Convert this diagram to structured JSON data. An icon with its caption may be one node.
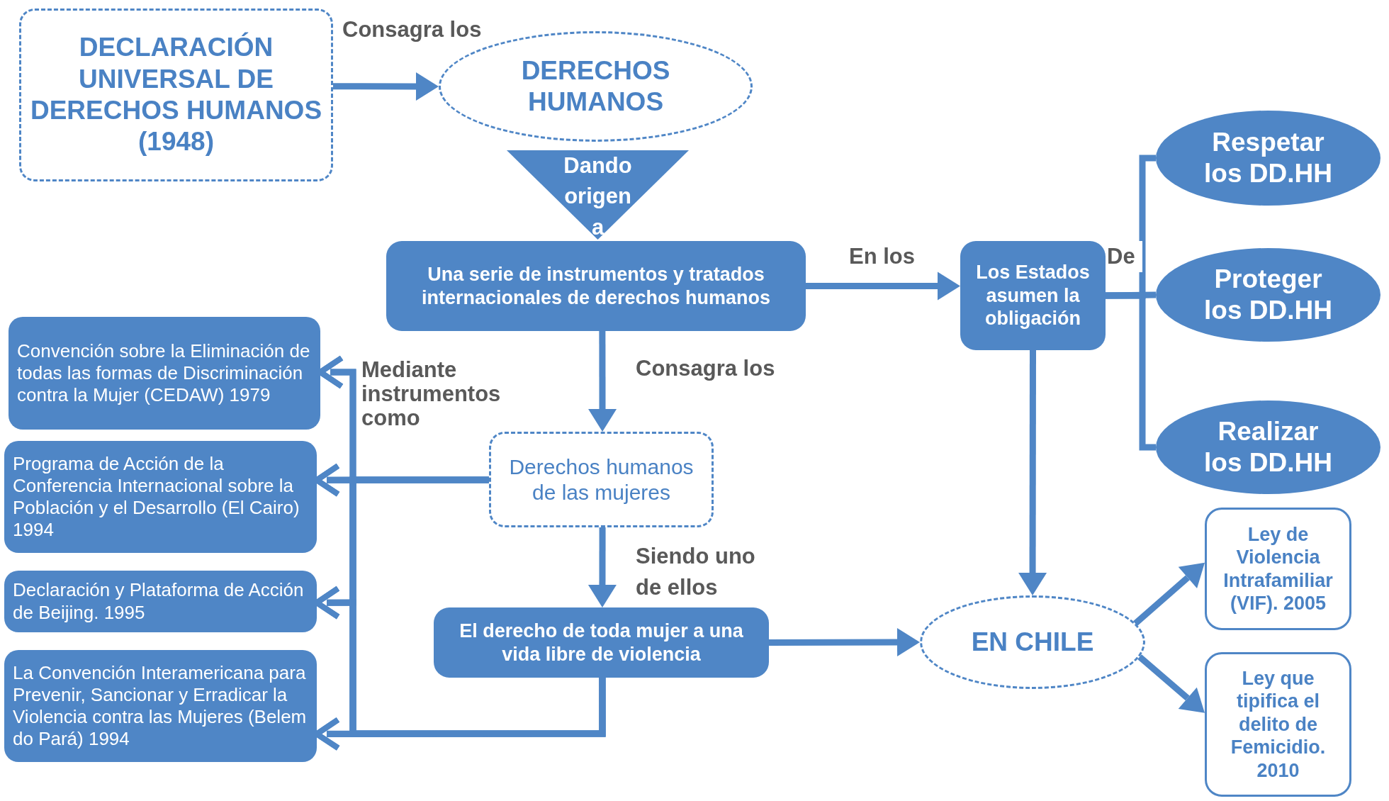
{
  "diagram": {
    "nodes": [
      {
        "text": [
          "DECLARACIÓN UNIVERSAL DE DERECHOS HUMANOS (1948)"
        ]
      },
      {
        "text": [
          "DERECHOS HUMANOS"
        ]
      },
      {
        "text": [
          "Dando origen a"
        ]
      },
      {
        "text": [
          "Una serie de instrumentos y tratados internacionales de derechos humanos"
        ]
      },
      {
        "text": [
          "Los Estados asumen la obligación"
        ]
      },
      {
        "text": [
          "Respetar los DD.HH"
        ]
      },
      {
        "text": [
          "Proteger los DD.HH"
        ]
      },
      {
        "text": [
          "Realizar los DD.HH"
        ]
      },
      {
        "text": [
          "Convención sobre la Eliminación de todas las formas de Discriminación contra la Mujer (CEDAW) 1979"
        ]
      },
      {
        "text": [
          "Programa de Acción de la Conferencia Internacional sobre la Población y el Desarrollo (El Cairo) 1994"
        ]
      },
      {
        "text": [
          "Declaración y Plataforma de Acción de Beijing. 1995"
        ]
      },
      {
        "text": [
          "La Convención Interamericana para Prevenir, Sancionar y Erradicar la Violencia contra las Mujeres (Belem do Pará) 1994"
        ]
      },
      {
        "text": [
          "Derechos humanos de las mujeres"
        ]
      },
      {
        "text": [
          "El derecho de toda mujer a una vida libre de violencia"
        ]
      },
      {
        "text": [
          "EN CHILE"
        ]
      },
      {
        "text": [
          "Ley de Violencia Intrafamiliar (VIF). 2005"
        ]
      },
      {
        "text": [
          "Ley que tipifica el delito de Femicidio. 2010"
        ]
      }
    ],
    "edges": [
      {
        "from": 0,
        "to": 1,
        "arrow": "to",
        "label": "Consagra los"
      },
      {
        "from": 3,
        "to": 4,
        "arrow": "to",
        "label": "En los"
      },
      {
        "from": 4,
        "to": 5,
        "arrow": "none"
      },
      {
        "from": 4,
        "to": 6,
        "arrow": "none",
        "label": "De"
      },
      {
        "from": 4,
        "to": 7,
        "arrow": "none"
      },
      {
        "from": 3,
        "to": 12,
        "arrow": "to",
        "label": "Consagra los"
      },
      {
        "from": 12,
        "to": 13,
        "arrow": "to",
        "label": "Siendo uno de ellos"
      },
      {
        "from": 13,
        "to": 14,
        "arrow": "to"
      },
      {
        "from": 4,
        "to": 14,
        "arrow": "to"
      },
      {
        "from": 14,
        "to": 15,
        "arrow": "to"
      },
      {
        "from": 14,
        "to": 16,
        "arrow": "to"
      },
      {
        "from": 12,
        "to": 8,
        "arrow": "to",
        "label": "Mediante instrumentos como"
      },
      {
        "from": 12,
        "to": 9,
        "arrow": "to"
      },
      {
        "from": 12,
        "to": 10,
        "arrow": "to"
      },
      {
        "from": 12,
        "to": 11,
        "arrow": "to"
      },
      {
        "from": 13,
        "to": 8,
        "arrow": "to"
      },
      {
        "from": 13,
        "to": 9,
        "arrow": "to"
      },
      {
        "from": 13,
        "to": 10,
        "arrow": "to"
      },
      {
        "from": 13,
        "to": 11,
        "arrow": "to"
      }
    ]
  }
}
